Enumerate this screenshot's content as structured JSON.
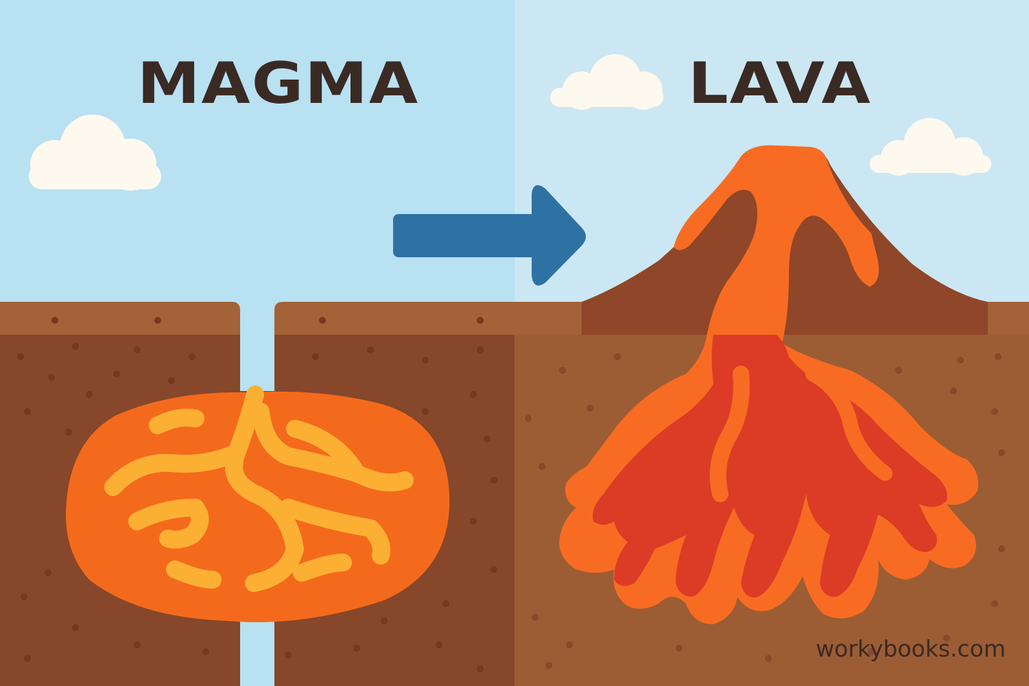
{
  "panels": {
    "left": {
      "title": "MAGMA"
    },
    "right": {
      "title": "LAVA"
    }
  },
  "arrow": {
    "direction": "right",
    "color": "#2e72a3"
  },
  "watermark": "workybooks.com",
  "colors": {
    "sky_left": "#b8e1f2",
    "sky_right": "#cbe7f3",
    "cloud": "#fdf9ee",
    "soil_top": "#a36237",
    "soil_left": "#86472a",
    "soil_right": "#9c5d34",
    "volcano": "#904628",
    "magma_orange": "#f46a1c",
    "magma_yellow": "#fbb034",
    "lava_orange": "#f76c22",
    "lava_red": "#dc3c26",
    "title_text": "#3a2a24"
  }
}
